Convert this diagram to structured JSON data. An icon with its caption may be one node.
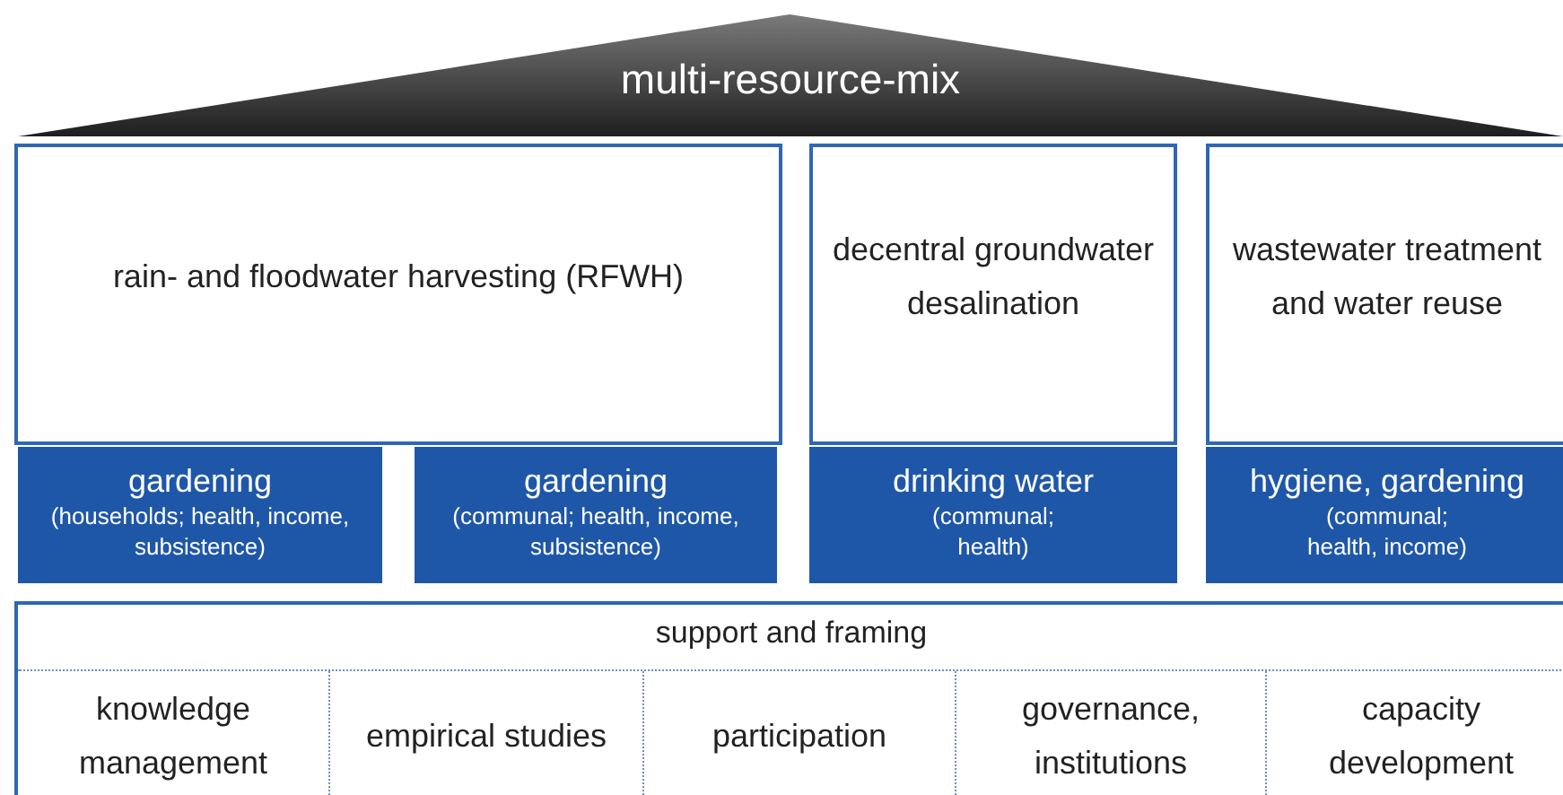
{
  "diagram": {
    "nodes": [
      {
        "text": [
          "multi-resource-mix"
        ]
      },
      {
        "text": [
          "rain- and floodwater harvesting (RFWH)"
        ]
      },
      {
        "text": [
          "decentral groundwater desalination"
        ]
      },
      {
        "text": [
          "wastewater treatment and water reuse"
        ]
      },
      {
        "text": [
          "gardening",
          "(households; health, income, subsistence)"
        ]
      },
      {
        "text": [
          "gardening",
          "(communal; health, income, subsistence)"
        ]
      },
      {
        "text": [
          "drinking water",
          "(communal; health)"
        ]
      },
      {
        "text": [
          "hygiene, gardening",
          "(communal; health, income)"
        ]
      },
      {
        "text": [
          "support and framing"
        ]
      },
      {
        "text": [
          "knowledge management"
        ],
        "in": 8
      },
      {
        "text": [
          "empirical studies"
        ],
        "in": 8
      },
      {
        "text": [
          "participation"
        ],
        "in": 8
      },
      {
        "text": [
          "governance, institutions"
        ],
        "in": 8
      },
      {
        "text": [
          "capacity development"
        ],
        "in": 8
      }
    ]
  }
}
